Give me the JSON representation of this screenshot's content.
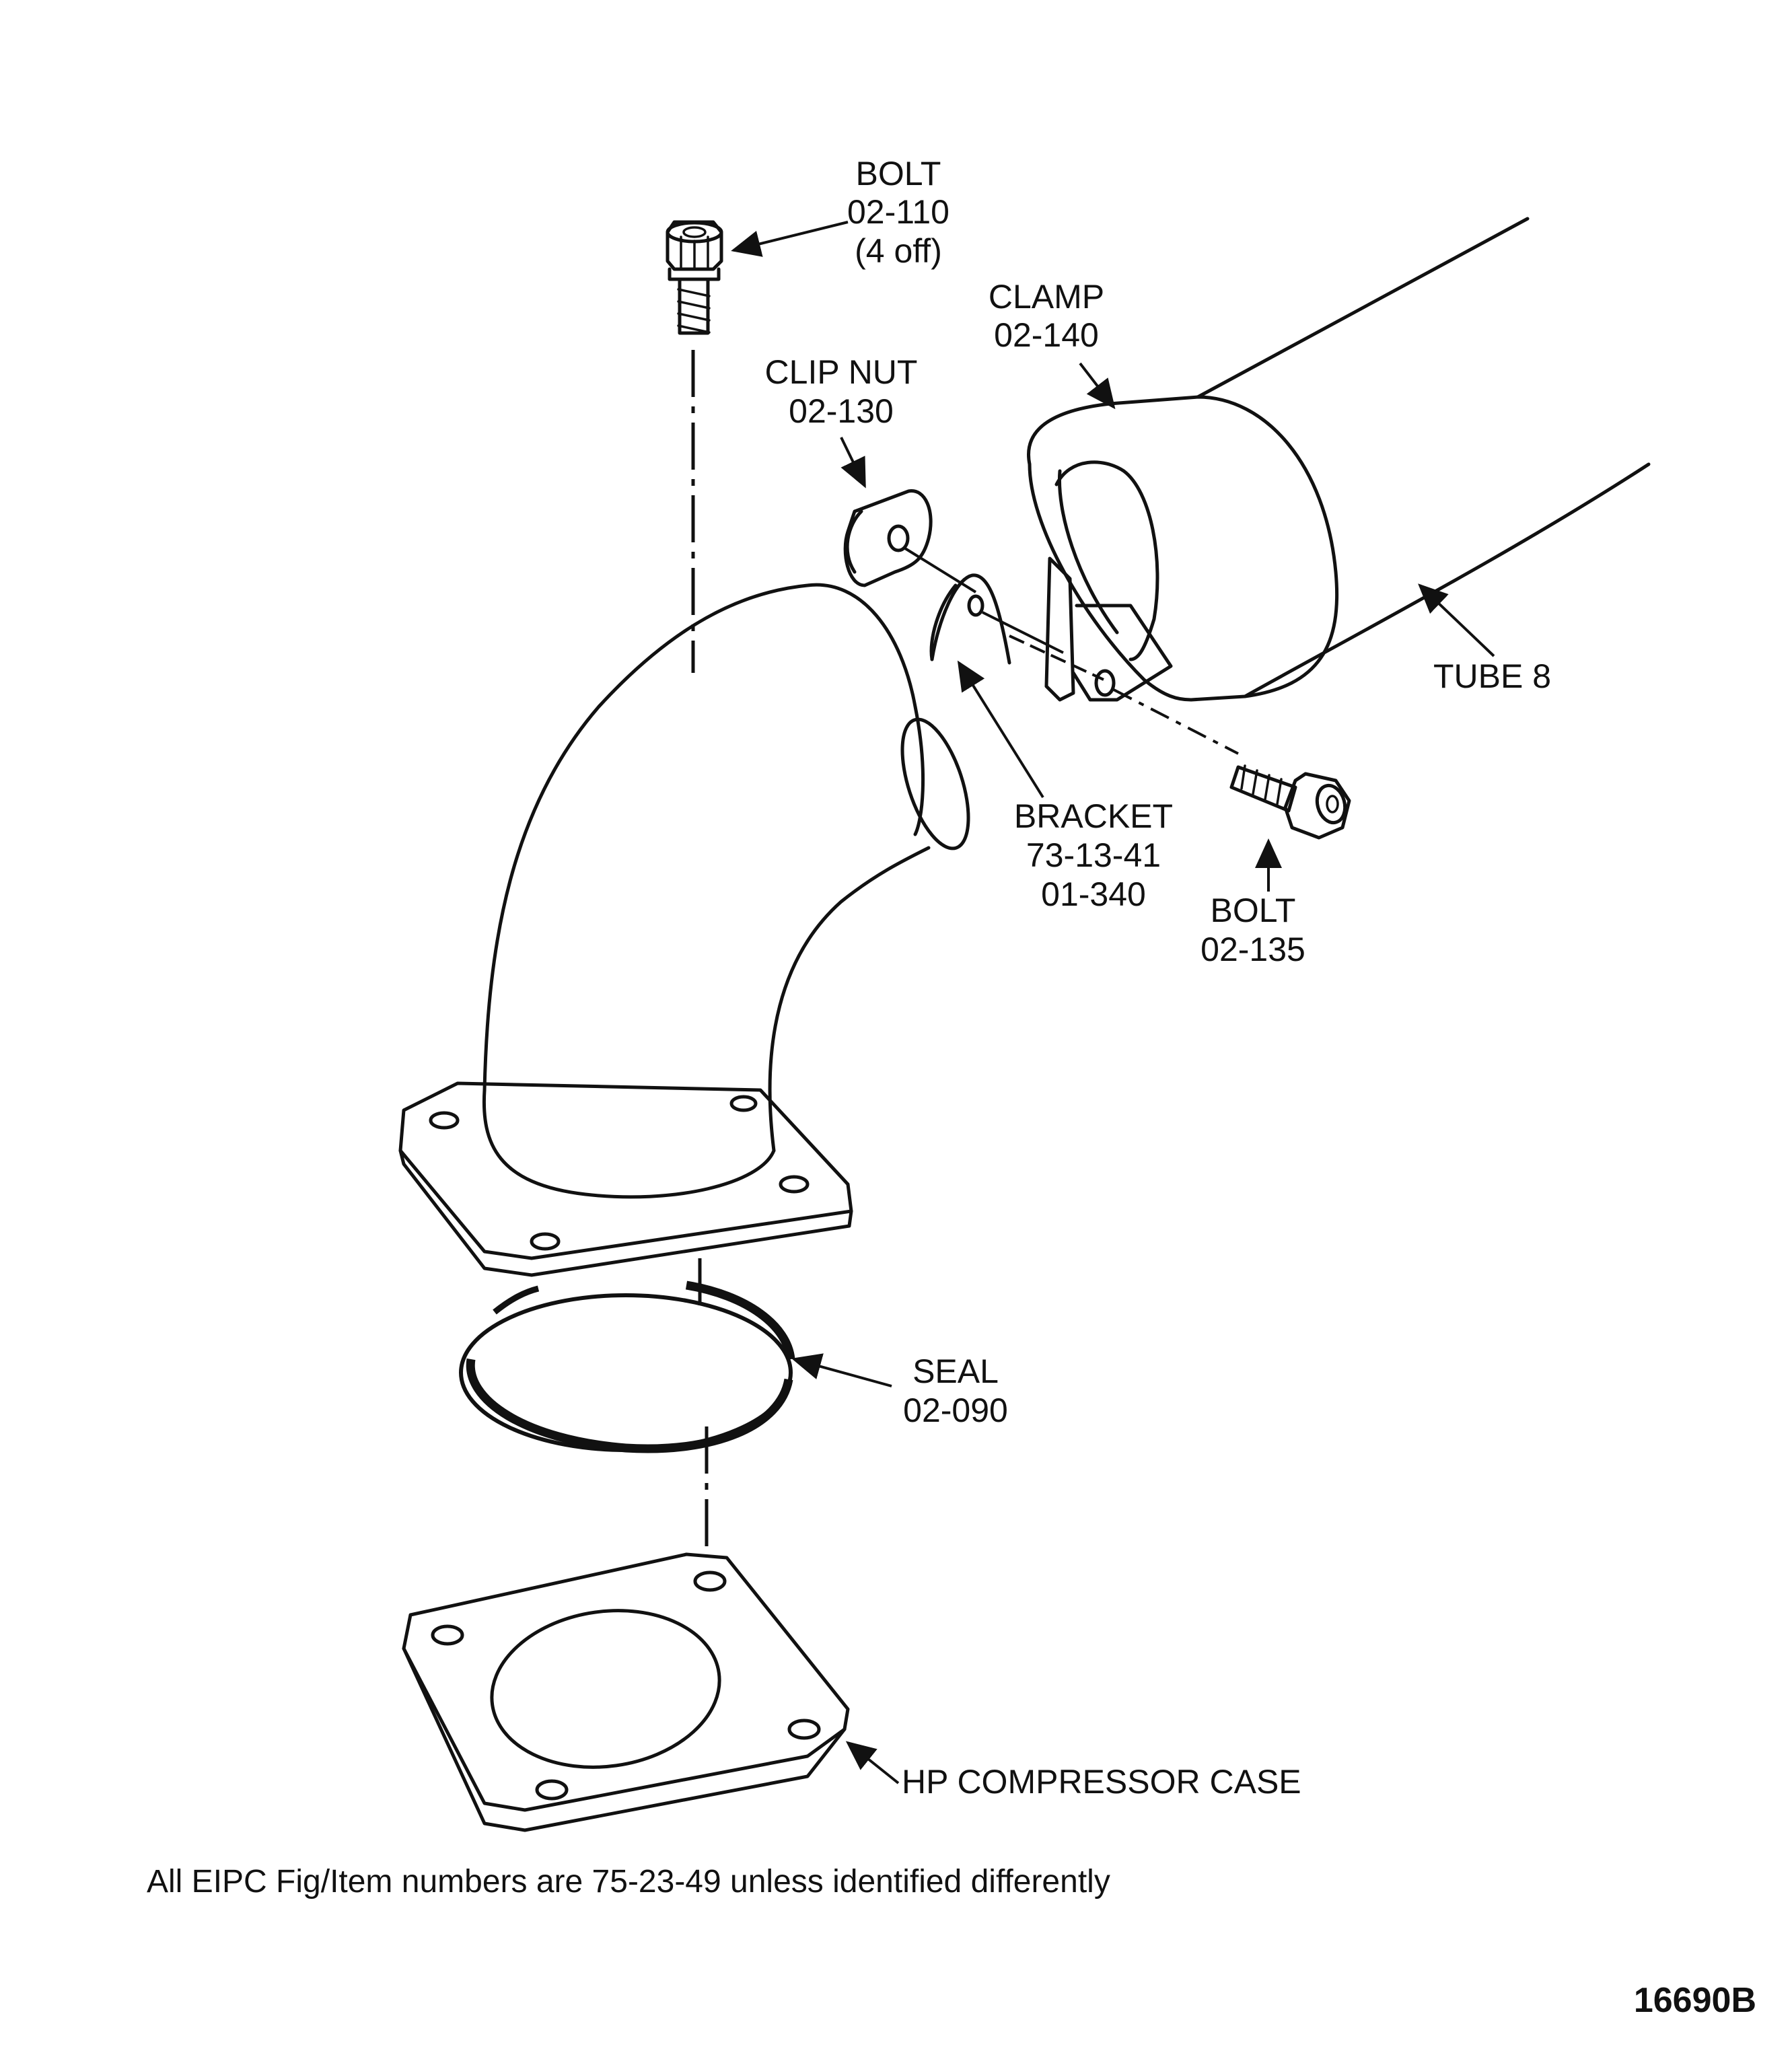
{
  "labels": {
    "bolt_top": {
      "name": "BOLT",
      "item": "02-110",
      "qty": "(4 off)"
    },
    "clamp": {
      "name": "CLAMP",
      "item": "02-140"
    },
    "clip_nut": {
      "name": "CLIP NUT",
      "item": "02-130"
    },
    "tube": {
      "name": "TUBE 8"
    },
    "bracket": {
      "name": "BRACKET",
      "chapter": "73-13-41",
      "item": "01-340"
    },
    "bolt_side": {
      "name": "BOLT",
      "item": "02-135"
    },
    "seal": {
      "name": "SEAL",
      "item": "02-090"
    },
    "hp_case": {
      "name": "HP COMPRESSOR CASE"
    }
  },
  "footnote": "All EIPC Fig/Item numbers are 75-23-49 unless identified differently",
  "figure_number": "16690B"
}
